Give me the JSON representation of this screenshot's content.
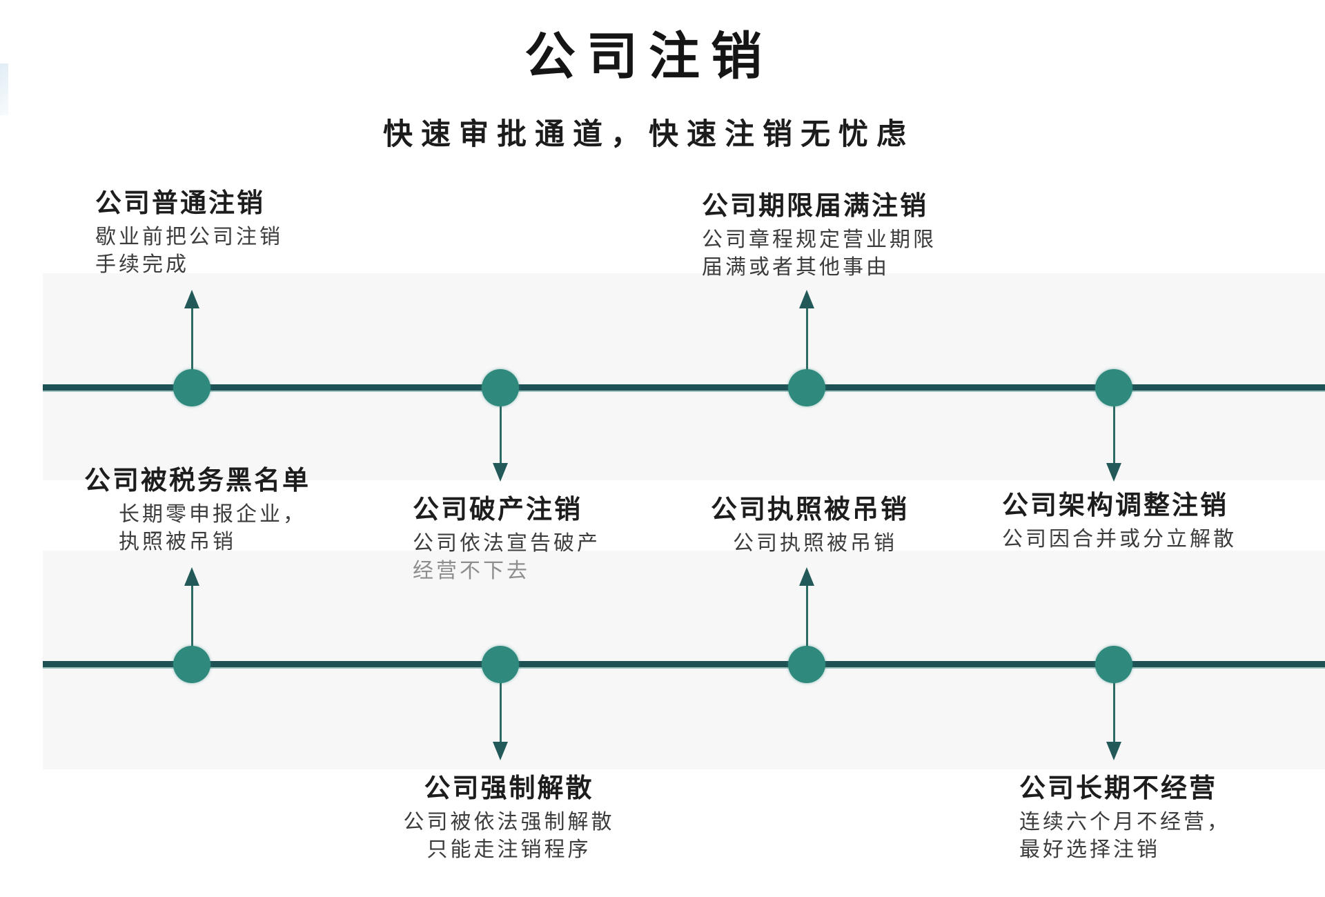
{
  "page": {
    "title": "公司注销",
    "subtitle": "快速审批通道，快速注销无忧虑"
  },
  "colors": {
    "dot": "#2f897c",
    "line": "#1e5255",
    "line-edge": "#9fc2be",
    "arrow": "#235a59",
    "arrow-stem": "#2d6a64",
    "band": "#f7f7f8"
  },
  "nodes": [
    {
      "id": "ordinary-cancel",
      "title": "公司普通注销",
      "desc": [
        "歇业前把公司注销",
        "手续完成"
      ],
      "direction": "up",
      "timeline": 1
    },
    {
      "id": "bankruptcy-cancel",
      "title": "公司破产注销",
      "desc": [
        "公司依法宣告破产",
        "经营不下去"
      ],
      "direction": "down",
      "timeline": 1
    },
    {
      "id": "term-expiry-cancel",
      "title": "公司期限届满注销",
      "desc": [
        "公司章程规定营业期限",
        "届满或者其他事由"
      ],
      "direction": "up",
      "timeline": 1
    },
    {
      "id": "restructure-cancel",
      "title": "公司架构调整注销",
      "desc": [
        "公司因合并或分立解散"
      ],
      "direction": "down",
      "timeline": 1
    },
    {
      "id": "tax-blacklist",
      "title": "公司被税务黑名单",
      "desc": [
        "长期零申报企业，",
        "执照被吊销"
      ],
      "direction": "up",
      "timeline": 2
    },
    {
      "id": "forced-dissolution",
      "title": "公司强制解散",
      "desc": [
        "公司被依法强制解散",
        "只能走注销程序"
      ],
      "direction": "down",
      "timeline": 2
    },
    {
      "id": "license-revoked",
      "title": "公司执照被吊销",
      "desc": [
        "公司执照被吊销"
      ],
      "direction": "up",
      "timeline": 2
    },
    {
      "id": "long-term-inactive",
      "title": "公司长期不经营",
      "desc": [
        "连续六个月不经营，",
        "最好选择注销"
      ],
      "direction": "down",
      "timeline": 2
    }
  ]
}
